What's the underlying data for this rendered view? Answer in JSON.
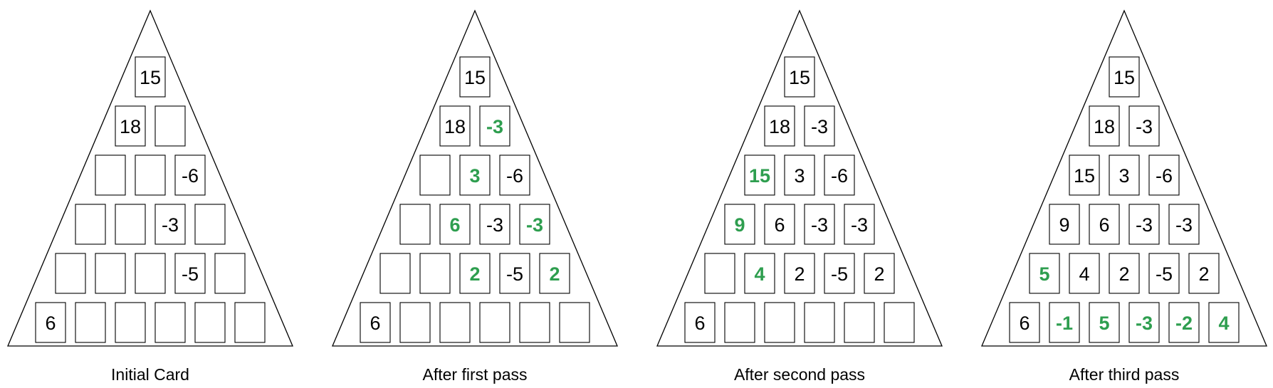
{
  "colors": {
    "outline": "#000000",
    "given_text": "#000000",
    "added_text": "#2e9e4f",
    "background": "#ffffff"
  },
  "panels": [
    {
      "caption": "Initial Card",
      "rows": [
        [
          {
            "v": "15"
          }
        ],
        [
          {
            "v": "18"
          },
          {
            "v": ""
          }
        ],
        [
          {
            "v": ""
          },
          {
            "v": ""
          },
          {
            "v": "-6"
          }
        ],
        [
          {
            "v": ""
          },
          {
            "v": ""
          },
          {
            "v": "-3"
          },
          {
            "v": ""
          }
        ],
        [
          {
            "v": ""
          },
          {
            "v": ""
          },
          {
            "v": ""
          },
          {
            "v": "-5"
          },
          {
            "v": ""
          }
        ],
        [
          {
            "v": "6"
          },
          {
            "v": ""
          },
          {
            "v": ""
          },
          {
            "v": ""
          },
          {
            "v": ""
          },
          {
            "v": ""
          }
        ]
      ]
    },
    {
      "caption": "After first pass",
      "rows": [
        [
          {
            "v": "15"
          }
        ],
        [
          {
            "v": "18"
          },
          {
            "v": "-3",
            "added": true
          }
        ],
        [
          {
            "v": ""
          },
          {
            "v": "3",
            "added": true
          },
          {
            "v": "-6"
          }
        ],
        [
          {
            "v": ""
          },
          {
            "v": "6",
            "added": true
          },
          {
            "v": "-3"
          },
          {
            "v": "-3",
            "added": true
          }
        ],
        [
          {
            "v": ""
          },
          {
            "v": ""
          },
          {
            "v": "2",
            "added": true
          },
          {
            "v": "-5"
          },
          {
            "v": "2",
            "added": true
          }
        ],
        [
          {
            "v": "6"
          },
          {
            "v": ""
          },
          {
            "v": ""
          },
          {
            "v": ""
          },
          {
            "v": ""
          },
          {
            "v": ""
          }
        ]
      ]
    },
    {
      "caption": "After second pass",
      "rows": [
        [
          {
            "v": "15"
          }
        ],
        [
          {
            "v": "18"
          },
          {
            "v": "-3"
          }
        ],
        [
          {
            "v": "15",
            "added": true
          },
          {
            "v": "3"
          },
          {
            "v": "-6"
          }
        ],
        [
          {
            "v": "9",
            "added": true
          },
          {
            "v": "6"
          },
          {
            "v": "-3"
          },
          {
            "v": "-3"
          }
        ],
        [
          {
            "v": ""
          },
          {
            "v": "4",
            "added": true
          },
          {
            "v": "2"
          },
          {
            "v": "-5"
          },
          {
            "v": "2"
          }
        ],
        [
          {
            "v": "6"
          },
          {
            "v": ""
          },
          {
            "v": ""
          },
          {
            "v": ""
          },
          {
            "v": ""
          },
          {
            "v": ""
          }
        ]
      ]
    },
    {
      "caption": "After third pass",
      "rows": [
        [
          {
            "v": "15"
          }
        ],
        [
          {
            "v": "18"
          },
          {
            "v": "-3"
          }
        ],
        [
          {
            "v": "15"
          },
          {
            "v": "3"
          },
          {
            "v": "-6"
          }
        ],
        [
          {
            "v": "9"
          },
          {
            "v": "6"
          },
          {
            "v": "-3"
          },
          {
            "v": "-3"
          }
        ],
        [
          {
            "v": "5",
            "added": true
          },
          {
            "v": "4"
          },
          {
            "v": "2"
          },
          {
            "v": "-5"
          },
          {
            "v": "2"
          }
        ],
        [
          {
            "v": "6"
          },
          {
            "v": "-1",
            "added": true
          },
          {
            "v": "5",
            "added": true
          },
          {
            "v": "-3",
            "added": true
          },
          {
            "v": "-2",
            "added": true
          },
          {
            "v": "4",
            "added": true
          }
        ]
      ]
    }
  ]
}
